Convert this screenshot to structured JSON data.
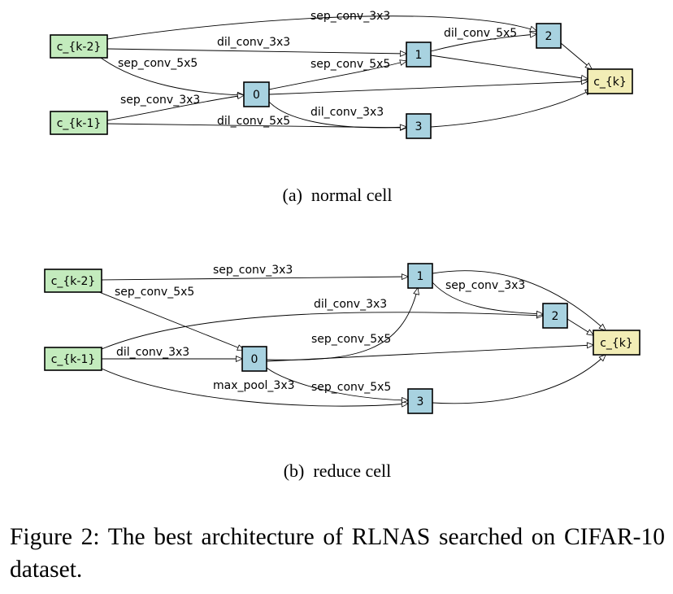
{
  "colors": {
    "input_node": "#c3ebbd",
    "intermediate_node": "#a8d2e0",
    "output_node": "#f2edb6",
    "edge": "#000000"
  },
  "cells": [
    {
      "id": "normal",
      "caption": "(a)  normal cell",
      "nodes": [
        {
          "id": "c_{k-2}",
          "label": "c_{k-2}",
          "kind": "input"
        },
        {
          "id": "c_{k-1}",
          "label": "c_{k-1}",
          "kind": "input"
        },
        {
          "id": "0",
          "label": "0",
          "kind": "intermediate"
        },
        {
          "id": "1",
          "label": "1",
          "kind": "intermediate"
        },
        {
          "id": "2",
          "label": "2",
          "kind": "intermediate"
        },
        {
          "id": "3",
          "label": "3",
          "kind": "intermediate"
        },
        {
          "id": "c_{k}",
          "label": "c_{k}",
          "kind": "output"
        }
      ],
      "edges": [
        {
          "from": "c_{k-2}",
          "to": "2",
          "label": "sep_conv_3x3"
        },
        {
          "from": "c_{k-2}",
          "to": "1",
          "label": "dil_conv_3x3"
        },
        {
          "from": "c_{k-2}",
          "to": "0",
          "label": "sep_conv_5x5"
        },
        {
          "from": "c_{k-1}",
          "to": "0",
          "label": "sep_conv_3x3"
        },
        {
          "from": "c_{k-1}",
          "to": "3",
          "label": "dil_conv_5x5"
        },
        {
          "from": "0",
          "to": "1",
          "label": "sep_conv_5x5"
        },
        {
          "from": "0",
          "to": "3",
          "label": "dil_conv_3x3"
        },
        {
          "from": "1",
          "to": "2",
          "label": "dil_conv_5x5"
        },
        {
          "from": "0",
          "to": "c_{k}",
          "label": ""
        },
        {
          "from": "1",
          "to": "c_{k}",
          "label": ""
        },
        {
          "from": "2",
          "to": "c_{k}",
          "label": ""
        },
        {
          "from": "3",
          "to": "c_{k}",
          "label": ""
        }
      ]
    },
    {
      "id": "reduce",
      "caption": "(b)  reduce cell",
      "nodes": [
        {
          "id": "c_{k-2}",
          "label": "c_{k-2}",
          "kind": "input"
        },
        {
          "id": "c_{k-1}",
          "label": "c_{k-1}",
          "kind": "input"
        },
        {
          "id": "0",
          "label": "0",
          "kind": "intermediate"
        },
        {
          "id": "1",
          "label": "1",
          "kind": "intermediate"
        },
        {
          "id": "2",
          "label": "2",
          "kind": "intermediate"
        },
        {
          "id": "3",
          "label": "3",
          "kind": "intermediate"
        },
        {
          "id": "c_{k}",
          "label": "c_{k}",
          "kind": "output"
        }
      ],
      "edges": [
        {
          "from": "c_{k-2}",
          "to": "1",
          "label": "sep_conv_3x3"
        },
        {
          "from": "c_{k-2}",
          "to": "0",
          "label": "sep_conv_5x5"
        },
        {
          "from": "c_{k-1}",
          "to": "2",
          "label": "dil_conv_3x3"
        },
        {
          "from": "c_{k-1}",
          "to": "0",
          "label": "dil_conv_3x3"
        },
        {
          "from": "c_{k-1}",
          "to": "3",
          "label": "max_pool_3x3"
        },
        {
          "from": "0",
          "to": "1",
          "label": "sep_conv_5x5"
        },
        {
          "from": "0",
          "to": "3",
          "label": "sep_conv_5x5"
        },
        {
          "from": "1",
          "to": "2",
          "label": "sep_conv_3x3"
        },
        {
          "from": "0",
          "to": "c_{k}",
          "label": ""
        },
        {
          "from": "1",
          "to": "c_{k}",
          "label": ""
        },
        {
          "from": "2",
          "to": "c_{k}",
          "label": ""
        },
        {
          "from": "3",
          "to": "c_{k}",
          "label": ""
        }
      ]
    }
  ],
  "figure_caption": "Figure 2:  The best architecture of RLNAS searched on CIFAR-10 dataset."
}
